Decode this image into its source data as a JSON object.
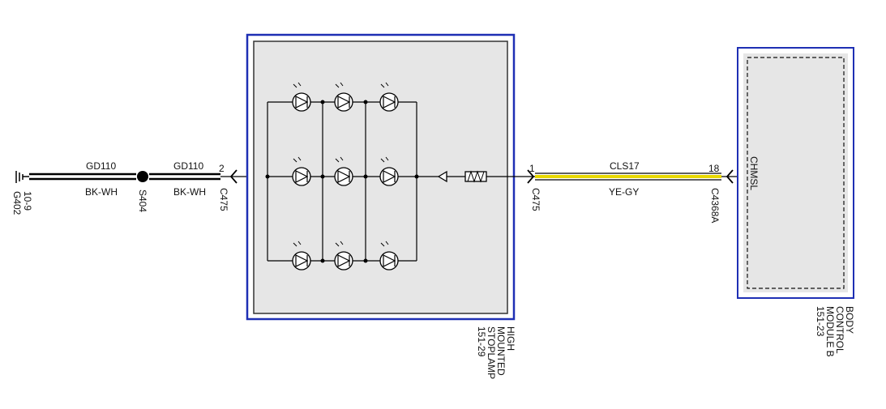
{
  "ground": {
    "ref": "G402",
    "page": "10-9"
  },
  "wire_left_1": {
    "circuit": "GD110",
    "color": "BK-WH"
  },
  "splice": {
    "ref": "S404"
  },
  "wire_left_2": {
    "circuit": "GD110",
    "color": "BK-WH"
  },
  "connector_left": {
    "pin": "2",
    "ref": "C475"
  },
  "component": {
    "line1": "HIGH",
    "line2": "MOUNTED",
    "line3": "STOPLAMP",
    "page": "151-29"
  },
  "connector_right": {
    "pin": "1",
    "ref": "C475"
  },
  "wire_right": {
    "circuit": "CLS17",
    "color": "YE-GY"
  },
  "bcm_connector": {
    "pin": "18",
    "ref": "C4368A"
  },
  "bcm": {
    "signal": "CHMSL",
    "line1": "BODY",
    "line2": "CONTROL",
    "line3": "MODULE B",
    "page": "151-23"
  },
  "colors": {
    "frame_blue": "#1e2fb4",
    "module_fill": "#e6e6e6",
    "wire_yellow": "#e8d800",
    "wire_black": "#000000"
  }
}
